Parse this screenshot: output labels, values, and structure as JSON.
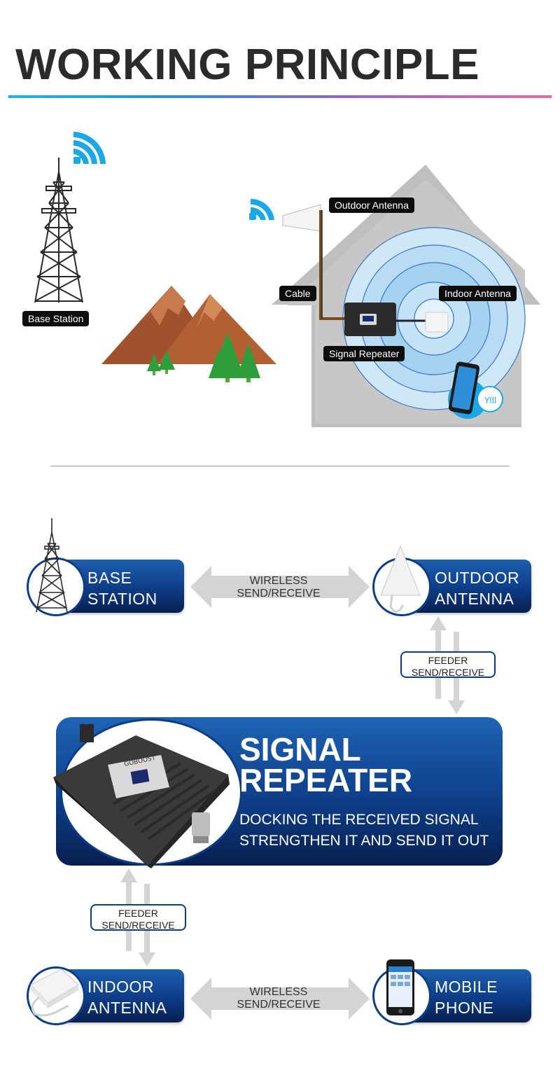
{
  "header": {
    "title": "WORKING PRINCIPLE"
  },
  "diagram": {
    "base_station_label": "Base Station",
    "outdoor_antenna_label": "Outdoor Antenna",
    "cable_label": "Cable",
    "indoor_antenna_label": "Indoor Antenna",
    "signal_repeater_label": "Signal Repeater"
  },
  "flow": {
    "base_station": {
      "line1": "BASE",
      "line2": "STATION"
    },
    "outdoor_antenna": {
      "line1": "OUTDOOR",
      "line2": "ANTENNA"
    },
    "wireless_top": {
      "line1": "WIRELESS",
      "line2": "SEND/RECEIVE"
    },
    "feeder_top": {
      "line1": "FEEDER",
      "line2": "SEND/RECEIVE"
    },
    "repeater": {
      "title1": "SIGNAL",
      "title2": "REPEATER",
      "desc1": "DOCKING THE RECEIVED SIGNAL",
      "desc2": "STRENGTHEN IT AND SEND IT OUT",
      "brand": "GOBOOST"
    },
    "feeder_bottom": {
      "line1": "FEEDER",
      "line2": "SEND/RECEIVE"
    },
    "indoor_antenna": {
      "line1": "INDOOR",
      "line2": "ANTENNA"
    },
    "mobile_phone": {
      "line1": "MOBILE",
      "line2": "PHONE"
    },
    "wireless_bottom": {
      "line1": "WIRELESS",
      "line2": "SEND/RECEIVE"
    }
  },
  "colors": {
    "card_blue": "#0d3c86",
    "wifi_blue": "#1aa7e8",
    "mountain": "#a0522d",
    "tree": "#2e9e3a",
    "house": "#bfbfbf"
  }
}
